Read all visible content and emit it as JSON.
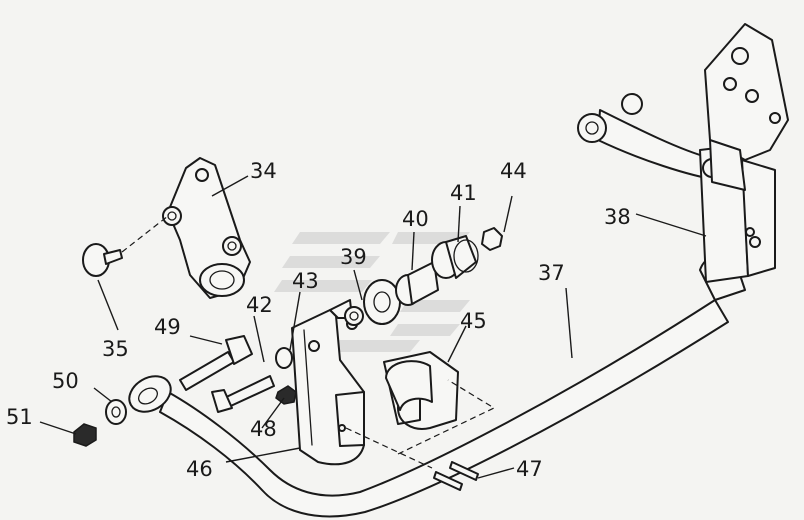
{
  "callouts": {
    "c34": "34",
    "c35": "35",
    "c37": "37",
    "c38": "38",
    "c39": "39",
    "c40": "40",
    "c41": "41",
    "c42": "42",
    "c43": "43",
    "c44": "44",
    "c45": "45",
    "c46": "46",
    "c47": "47",
    "c48": "48",
    "c49": "49",
    "c50": "50",
    "c51": "51"
  }
}
